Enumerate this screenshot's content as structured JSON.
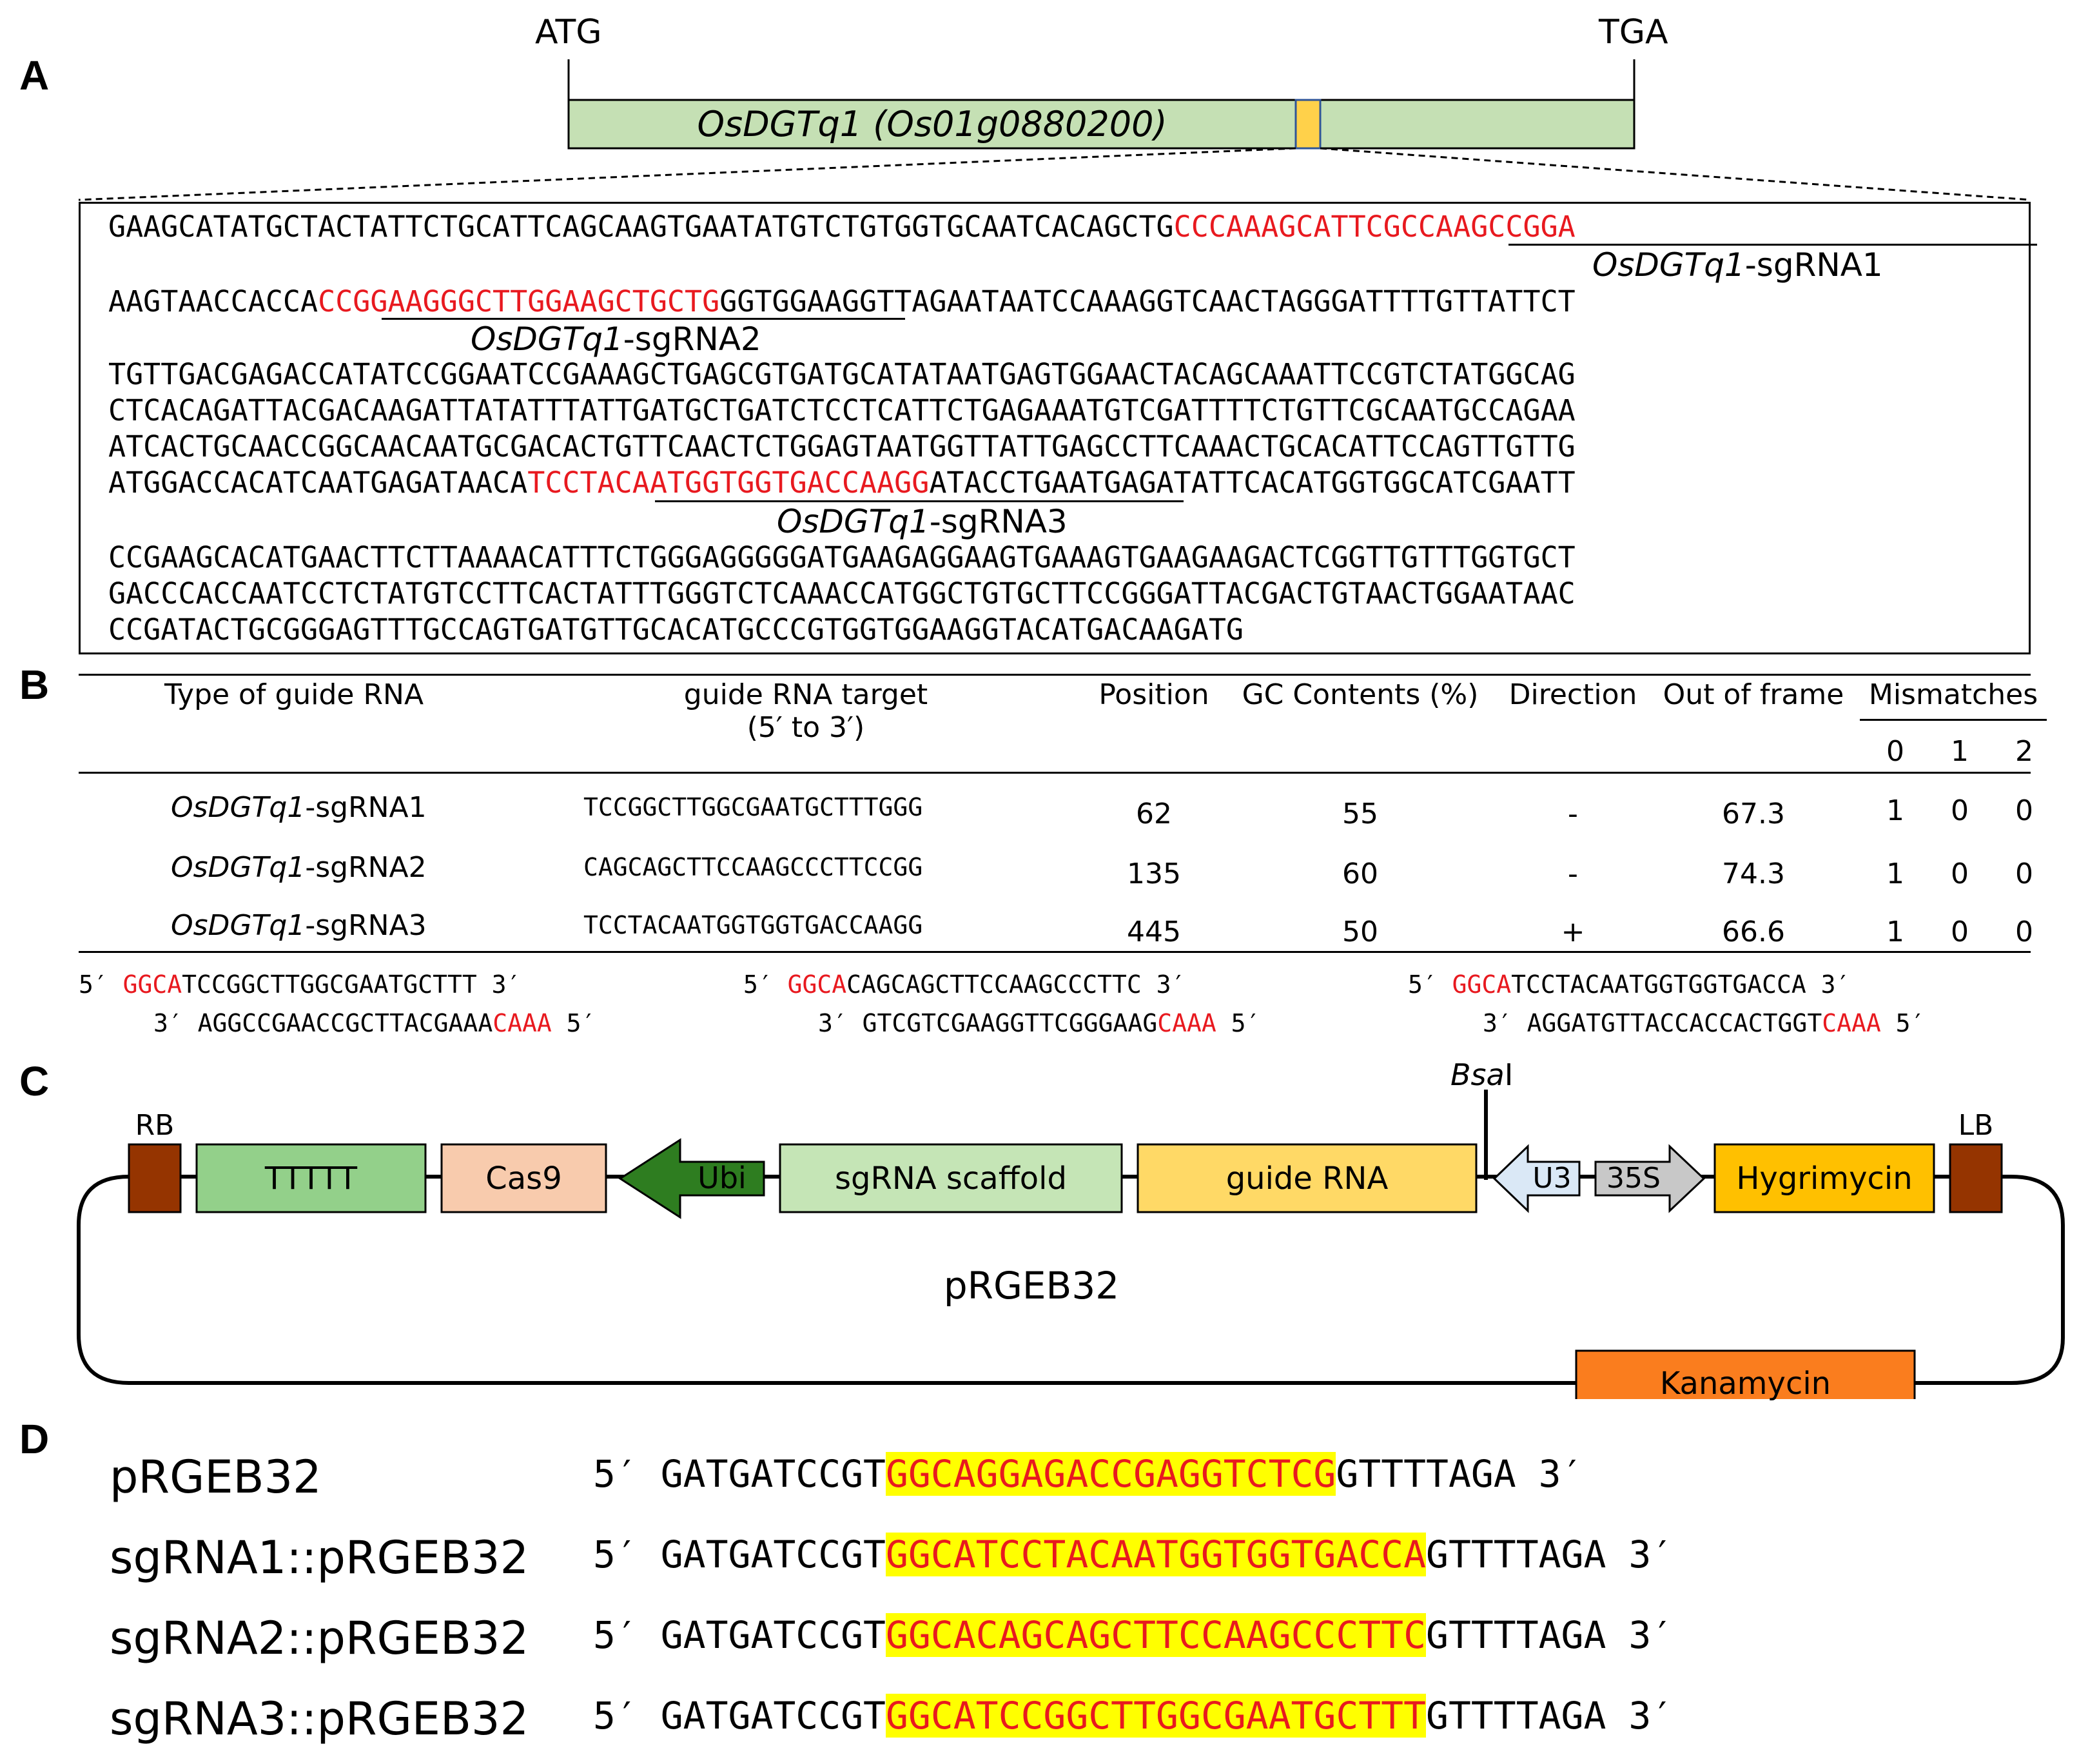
{
  "panels": {
    "a": "A",
    "b": "B",
    "c": "C",
    "d": "D"
  },
  "panel_a": {
    "start_codon": "ATG",
    "stop_codon": "TGA",
    "gene_label": "OsDGTq1 (Os01g0880200)",
    "lines": [
      {
        "pre": "GAAGCATATGCTACTATTCTGCATTCAGCAAGTGAATATGTCTGTGGTGCAATCACAGCTG",
        "hl": "CCCAAAGCATTCGCCAAGCCGGA",
        "post": ""
      },
      {
        "pre": "AAGTAACCACCA",
        "hl": "CCGGAAGGGCTTGGAAGCTGCTG",
        "post": "GGTGGAAGGTTAGAATAATCCAAAGGTCAACTAGGGATTTTGTTATTCT"
      },
      {
        "pre": "TGTTGACGAGACCATATCCGGAATCCGAAAGCTGAGCGTGATGCATATAATGAGTGGAACTACAGCAAATTCCGTCTATGGCAG",
        "hl": "",
        "post": ""
      },
      {
        "pre": "CTCACAGATTACGACAAGATTATATTTATTGATGCTGATCTCCTCATTCTGAGAAATGTCGATTTTCTGTTCGCAATGCCAGAA",
        "hl": "",
        "post": ""
      },
      {
        "pre": "ATCACTGCAACCGGCAACAATGCGACACTGTTCAACTCTGGAGTAATGGTTATTGAGCCTTCAAACTGCACATTCCAGTTGTTG",
        "hl": "",
        "post": ""
      },
      {
        "pre": "ATGGACCACATCAATGAGATAACA",
        "hl": "TCCTACAATGGTGGTGACCAAGG",
        "post": "ATACCTGAATGAGATATTCACATGGTGGCATCGAATT"
      },
      {
        "pre": "CCGAAGCACATGAACTTCTTAAAACATTTCTGGGAGGGGGATGAAGAGGAAGTGAAAGTGAAGAAGACTCGGTTGTTTGGTGCT",
        "hl": "",
        "post": ""
      },
      {
        "pre": "GACCCACCAATCCTCTATGTCCTTCACTATTTGGGTCTCAAACCATGGCTGTGCTTCCGGGATTACGACTGTAACTGGAATAAC",
        "hl": "",
        "post": ""
      },
      {
        "pre": "CCGATACTGCGGGAGTTTGCCAGTGATGTTGCACATGCCCGTGGTGGAAGGTACATGACAAGATG",
        "hl": "",
        "post": ""
      }
    ],
    "labels": [
      {
        "gene": "OsDGTq1",
        "suffix": "-sgRNA1"
      },
      {
        "gene": "OsDGTq1",
        "suffix": "-sgRNA2"
      },
      {
        "gene": "OsDGTq1",
        "suffix": "-sgRNA3"
      }
    ]
  },
  "panel_b": {
    "headers": {
      "type": "Type of guide RNA",
      "target1": "guide RNA target",
      "target2": "(5′ to 3′)",
      "position": "Position",
      "gc": "GC Contents (%)",
      "direction": "Direction",
      "oof": "Out of frame",
      "mismatches": "Mismatches",
      "mm": [
        "0",
        "1",
        "2"
      ]
    },
    "rows": [
      {
        "gene": "OsDGTq1",
        "suffix": "-sgRNA1",
        "target": "TCCGGCTTGGCGAATGCTTTGGG",
        "position": "62",
        "gc": "55",
        "direction": "-",
        "oof": "67.3",
        "mm": [
          "1",
          "0",
          "0"
        ]
      },
      {
        "gene": "OsDGTq1",
        "suffix": "-sgRNA2",
        "target": "CAGCAGCTTCCAAGCCCTTCCGG",
        "position": "135",
        "gc": "60",
        "direction": "-",
        "oof": "74.3",
        "mm": [
          "1",
          "0",
          "0"
        ]
      },
      {
        "gene": "OsDGTq1",
        "suffix": "-sgRNA3",
        "target": "TCCTACAATGGTGGTGACCAAGG",
        "position": "445",
        "gc": "50",
        "direction": "+",
        "oof": "66.6",
        "mm": [
          "1",
          "0",
          "0"
        ]
      }
    ],
    "oligos": [
      {
        "top_pre": "5′ ",
        "top_red": "GGCA",
        "top_seq": "TCCGGCTTGGCGAATGCTTT 3′",
        "bot_pre": "3′ AGGCCGAACCGCTTACGAAA",
        "bot_red": "CAAA",
        "bot_post": " 5′"
      },
      {
        "top_pre": "5′ ",
        "top_red": "GGCA",
        "top_seq": "CAGCAGCTTCCAAGCCCTTC 3′",
        "bot_pre": "3′ GTCGTCGAAGGTTCGGGAAG",
        "bot_red": "CAAA",
        "bot_post": " 5′"
      },
      {
        "top_pre": "5′ ",
        "top_red": "GGCA",
        "top_seq": "TCCTACAATGGTGGTGACCA 3′",
        "bot_pre": "3′ AGGATGTTACCACCACTGGT",
        "bot_red": "CAAA",
        "bot_post": " 5′"
      }
    ]
  },
  "panel_c": {
    "vector_name": "pRGEB32",
    "site_italic": "Bsa",
    "site_roman": "I",
    "elements": {
      "rb": "RB",
      "lb": "LB",
      "ttttt": "TTTTT",
      "cas9": "Cas9",
      "ubi": "Ubi",
      "scaffold": "sgRNA scaffold",
      "guide": "guide RNA",
      "u3": "U3",
      "p35s": "35S",
      "hyg": "Hygrimycin",
      "kan": "Kanamycin"
    },
    "colors": {
      "border_green": "#93d08a",
      "cas9": "#f8cbad",
      "ubi": "#2e7d20",
      "scaffold": "#c5e5b6",
      "guide": "#ffd966",
      "u3": "#dae8f6",
      "p35s": "#c8c8c8",
      "hyg": "#ffc000",
      "kan": "#fa7d1e",
      "border_brown": "#953400"
    }
  },
  "panel_d": {
    "rows": [
      {
        "label": "pRGEB32",
        "p5": "5′",
        "pre": "GATGATCCGT",
        "hl": "GGCAGGAGACCGAGGTCTCG",
        "post": "GTTTTAGA",
        "p3": "3′"
      },
      {
        "label": "sgRNA1::pRGEB32",
        "p5": "5′",
        "pre": "GATGATCCGT",
        "hl": "GGCATCCTACAATGGTGGTGACCA",
        "post": "GTTTTAGA",
        "p3": "3′"
      },
      {
        "label": "sgRNA2::pRGEB32",
        "p5": "5′",
        "pre": "GATGATCCGT",
        "hl": "GGCACAGCAGCTTCCAAGCCCTTC",
        "post": "GTTTTAGA",
        "p3": "3′"
      },
      {
        "label": "sgRNA3::pRGEB32",
        "p5": "5′",
        "pre": "GATGATCCGT",
        "hl": "GGCATCCGGCTTGGCGAATGCTTT",
        "post": "GTTTTAGA",
        "p3": "3′"
      }
    ],
    "highlight_color": "#ffff00",
    "highlight_text_color": "#e8191f"
  }
}
